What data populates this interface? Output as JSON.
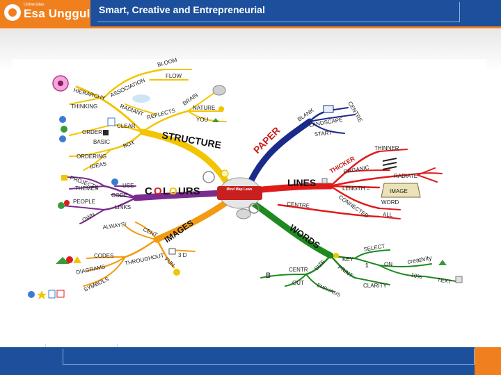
{
  "header": {
    "logo_small": "Universitas",
    "logo": "Esa Unggul",
    "tagline": "Smart, Creative and Entrepreneurial"
  },
  "colors": {
    "header_blue": "#1c4f9c",
    "accent_orange": "#f07f1e",
    "structure": "#f2c500",
    "colours": "#7b2c8f",
    "images": "#f29a10",
    "paper": "#1a2b8c",
    "lines": "#e01b1b",
    "words": "#1f8a1f"
  },
  "mindmap": {
    "center": "Mind Map Laws",
    "main": {
      "structure": "STRUCTURE",
      "paper": "PAPER",
      "lines": "LINES",
      "words": "WORDS",
      "images": "IMAGES",
      "colours_c": "C",
      "colours_o1": "O",
      "colours_l": "L",
      "colours_o2": "O",
      "colours_urs": "URS",
      "thicker": "THICKER"
    },
    "structure_branches": {
      "bloom": "BLOOM",
      "flow": "FLOW",
      "association": "ASSOCIATION",
      "hierarchy": "HIERARCHY",
      "thinking": "THINKING",
      "radiant": "RADIANT",
      "reflects": "REFLECTS",
      "brain": "BRAIN",
      "nature": "NATURE",
      "you": "YOU",
      "clear": "CLEAR",
      "order": "ORDER",
      "basic": "BASIC",
      "box": "BOX",
      "ordering": "ORDERING",
      "ideas": "IDEAS"
    },
    "colour_branches": {
      "projects": "PROJECTS",
      "themes": "THEMES",
      "use": "USE",
      "code": "CODE",
      "people": "PEOPLE",
      "links": "LINKS",
      "own": "OWN"
    },
    "image_branches": {
      "always": "ALWAYS!",
      "cent": "CENT",
      "codes": "CODES",
      "diagrams": "DIAGRAMS",
      "throughout": "THROUGHOUT",
      "fun": "FUN",
      "three_d": "3 D",
      "symbols": "SYMBOLS"
    },
    "paper_branches": {
      "blank": "BLANK",
      "centre": "CENTRE",
      "landscape": "LANDSCAPE",
      "start": "START"
    },
    "line_branches": {
      "thinner": "THINNER",
      "organic": "ORGANIC",
      "radiate": "RADIATE",
      "length": "LENGTH =",
      "image": "IMAGE",
      "word": "WORD",
      "connected": "CONNECTED",
      "centre": "CENTRE",
      "all": "ALL"
    },
    "word_branches": {
      "key": "KEY",
      "select": "SELECT",
      "one": "1",
      "on": "ON",
      "creativity": "creativity",
      "pct": "10%",
      "text": "TEXT",
      "size": "SIZE",
      "print": "PRINT",
      "clarity": "CLARITY",
      "centr": "CENTR",
      "b": "B",
      "out": "OUT",
      "emphasis": "EMPHASIS"
    }
  }
}
